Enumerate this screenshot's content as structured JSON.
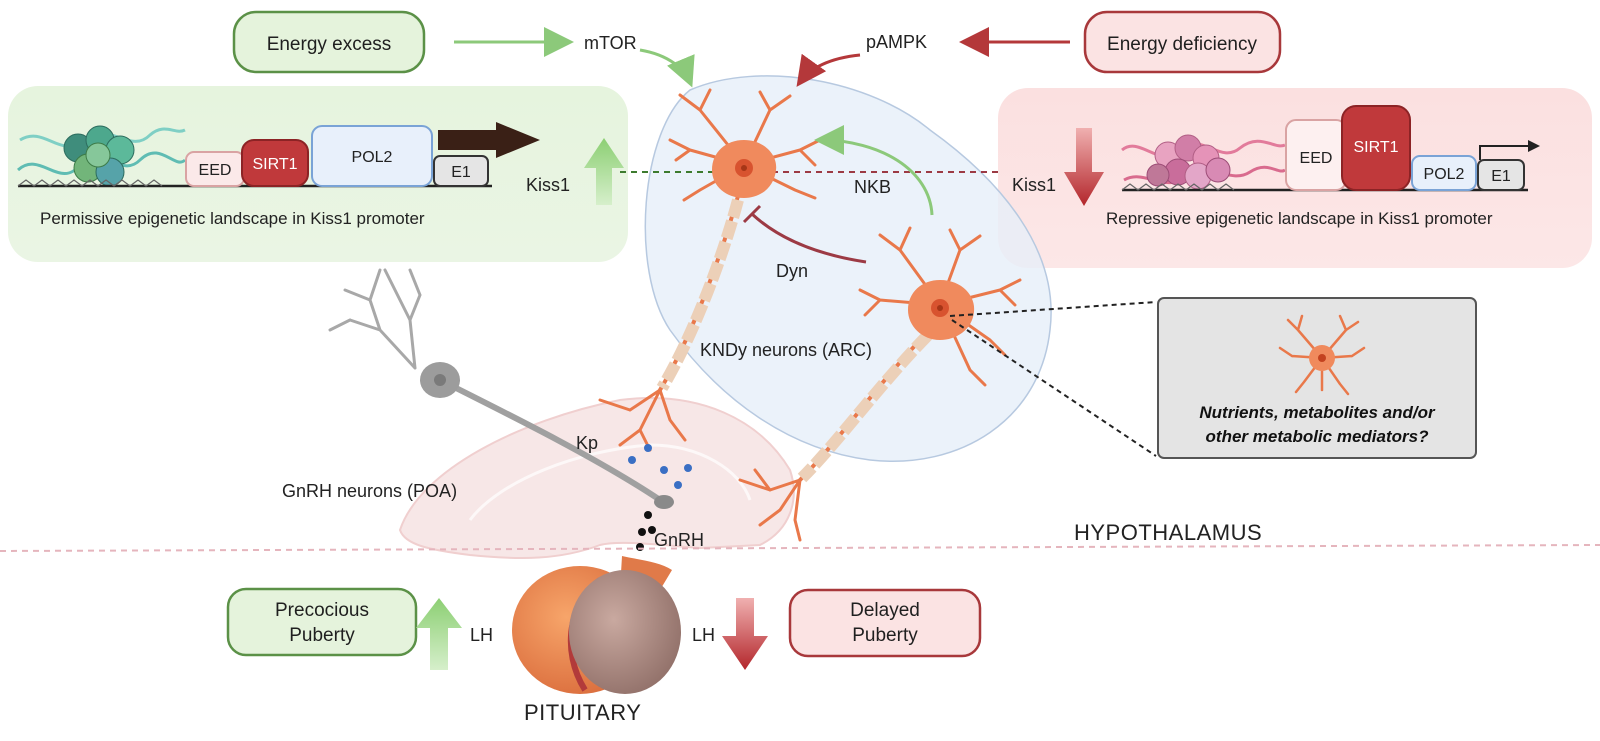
{
  "top": {
    "energy_excess": "Energy excess",
    "energy_deficiency": "Energy deficiency",
    "mtor": "mTOR",
    "pampk": "pAMPK"
  },
  "left_panel": {
    "eed": "EED",
    "sirt1": "SIRT1",
    "pol2": "POL2",
    "e1": "E1",
    "kiss1": "Kiss1",
    "caption": "Permissive epigenetic landscape in Kiss1 promoter"
  },
  "right_panel": {
    "eed": "EED",
    "sirt1": "SIRT1",
    "pol2": "POL2",
    "e1": "E1",
    "kiss1": "Kiss1",
    "caption": "Repressive epigenetic landscape in Kiss1 promoter"
  },
  "center": {
    "nkb": "NKB",
    "dyn": "Dyn",
    "kndy": "KNDy neurons (ARC)",
    "kp": "Kp",
    "gnrh_neurons": "GnRH neurons (POA)",
    "gnrh": "GnRH",
    "hypothalamus": "HYPOTHALAMUS",
    "pituitary": "PITUITARY"
  },
  "nutrient_box": {
    "line1": "Nutrients, metabolites and/or",
    "line2": "other metabolic mediators?"
  },
  "bottom": {
    "precocious_line1": "Precocious",
    "precocious_line2": "Puberty",
    "delayed_line1": "Delayed",
    "delayed_line2": "Puberty",
    "lh_left": "LH",
    "lh_right": "LH"
  },
  "colors": {
    "green_fill": "#e3f3dc",
    "green_stroke": "#4e8a3a",
    "red_fill": "#fbe1e1",
    "red_stroke": "#a83a3a",
    "neuron": "#f08a5d",
    "sirt1": "#c0393b",
    "pol2_fill": "#e8f0fb",
    "pol2_stroke": "#7aa3d6"
  }
}
